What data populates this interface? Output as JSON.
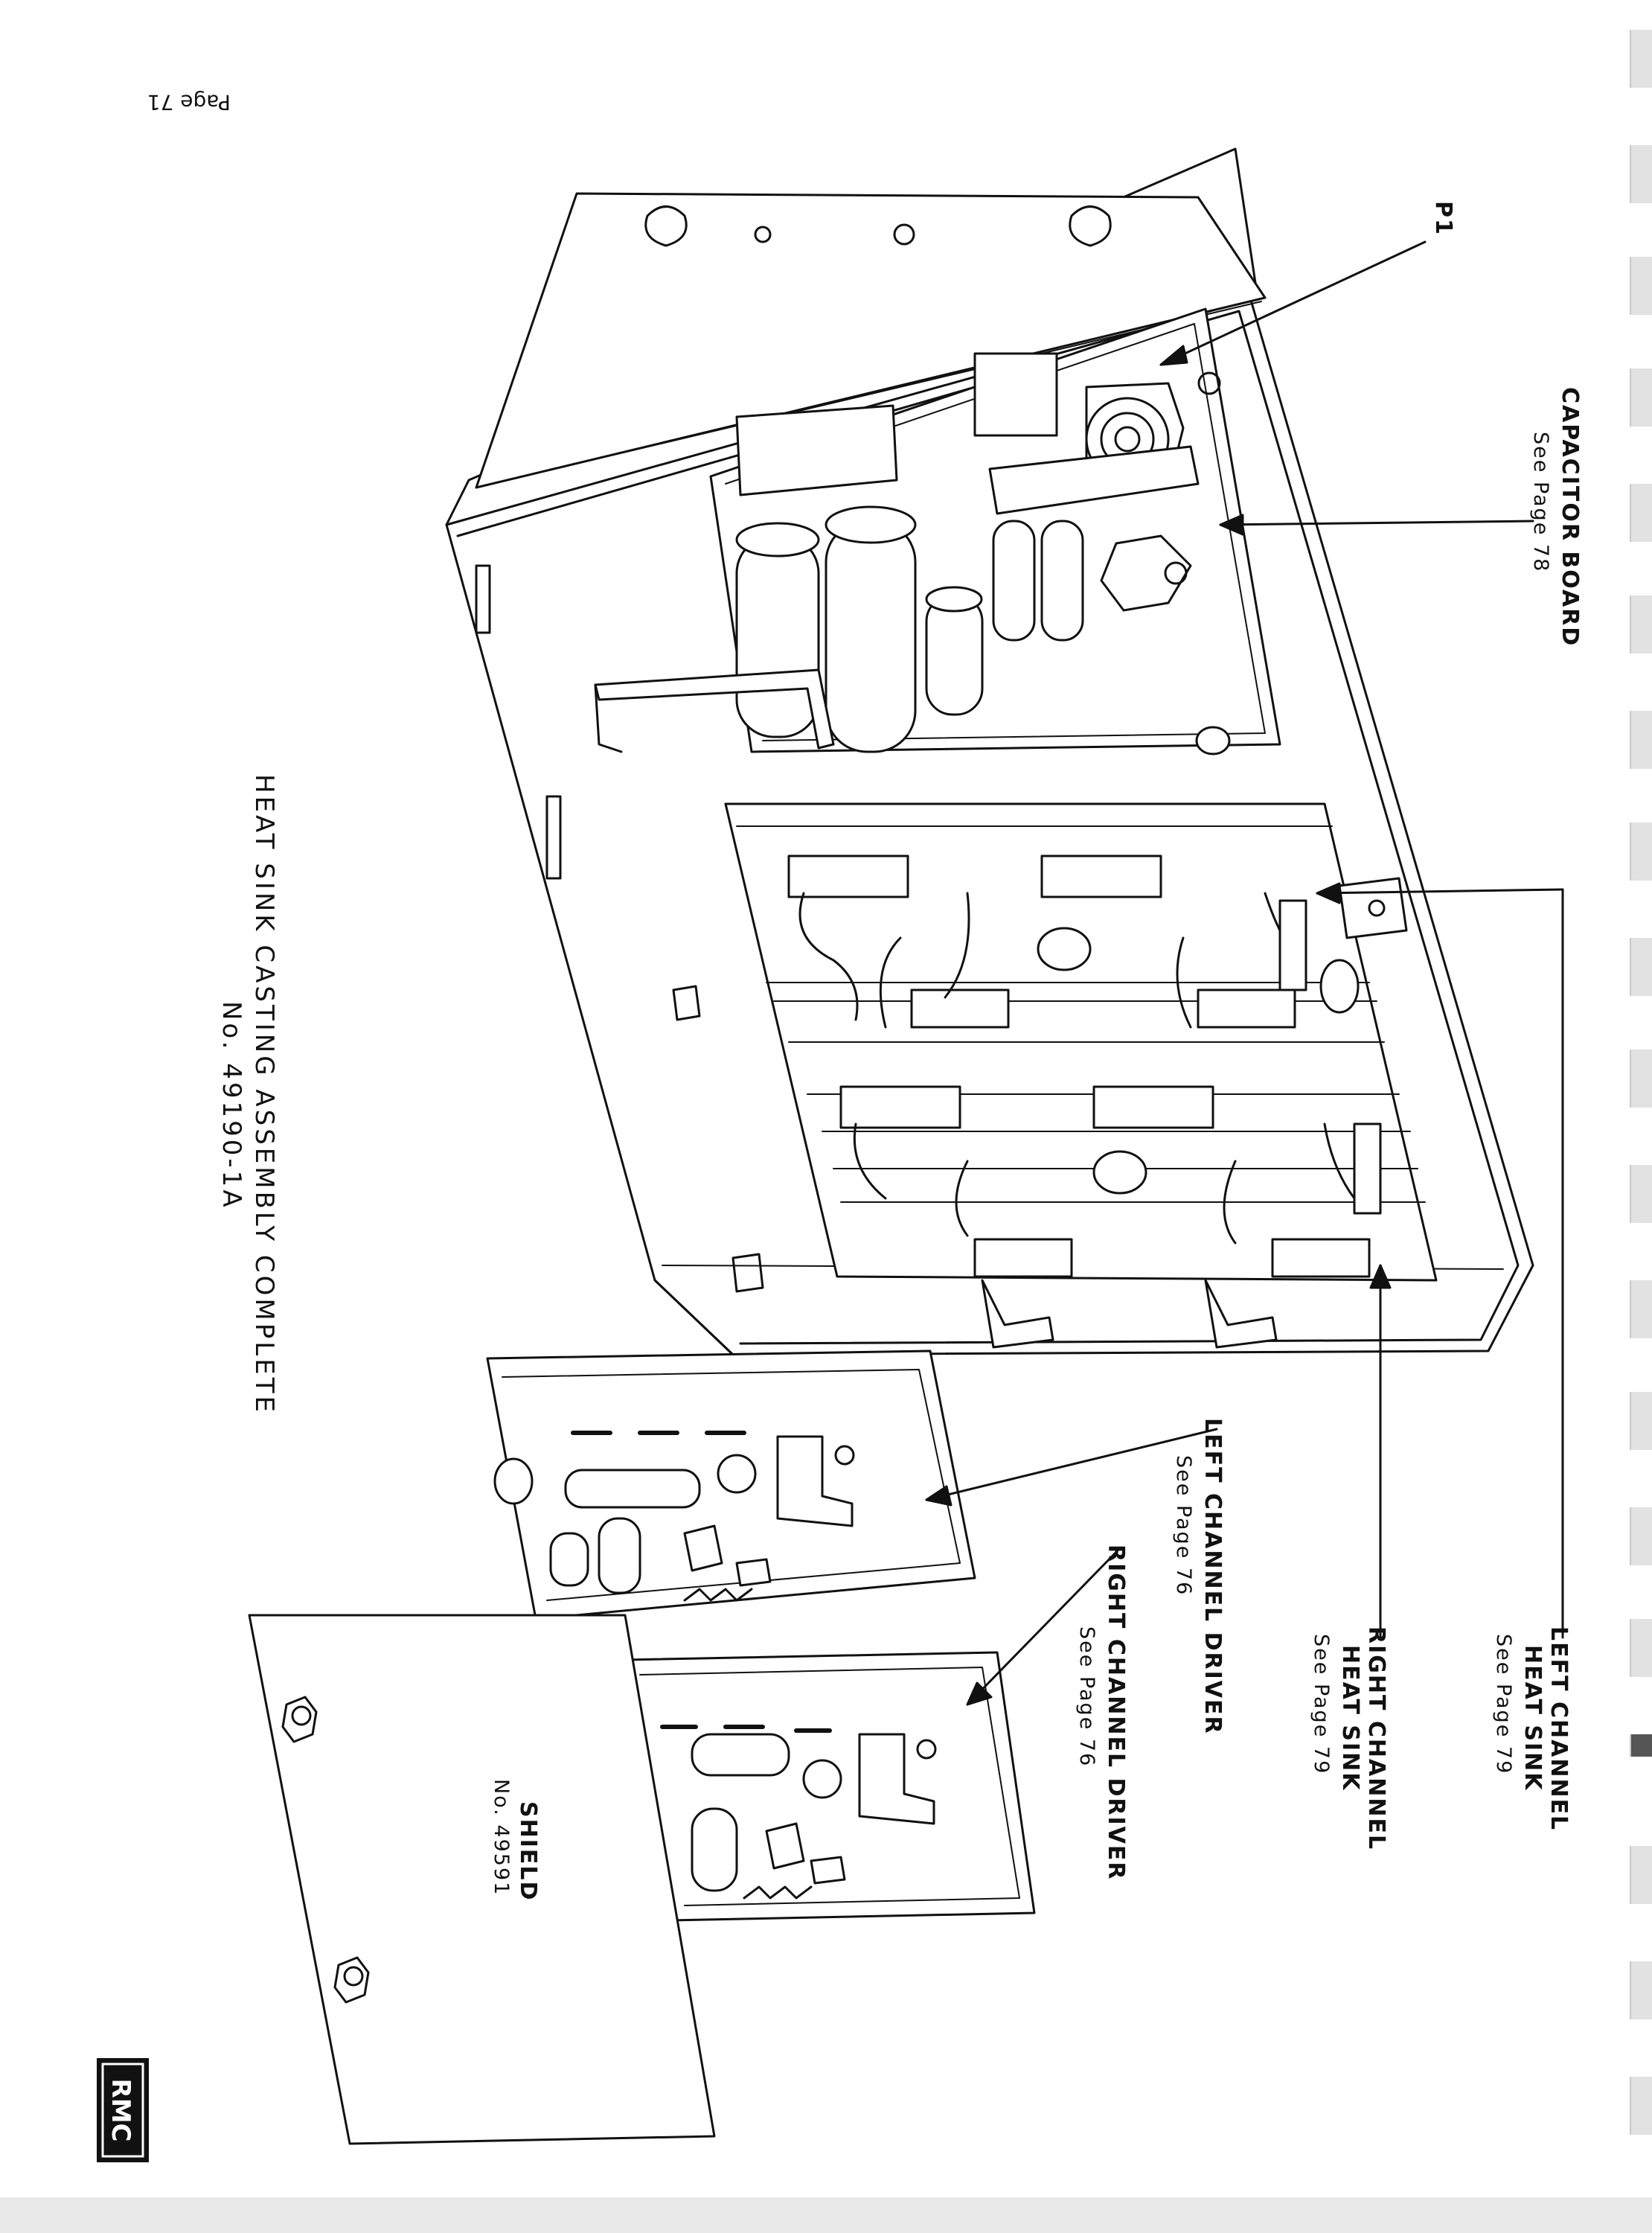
{
  "page_number": "Page 71",
  "title": {
    "line1": "HEAT SINK CASTING ASSEMBLY COMPLETE",
    "line2": "No. 49190-1A"
  },
  "callouts": {
    "p1": "P1",
    "capacitor_board": {
      "name": "CAPACITOR BOARD",
      "ref": "See Page 78"
    },
    "left_channel_heat_sink": {
      "line1": "LEFT CHANNEL",
      "line2": "HEAT SINK",
      "ref": "See Page 79"
    },
    "right_channel_heat_sink": {
      "line1": "RIGHT CHANNEL",
      "line2": "HEAT SINK",
      "ref": "See Page 79"
    },
    "left_channel_driver": {
      "name": "LEFT CHANNEL DRIVER",
      "ref": "See Page 76"
    },
    "right_channel_driver": {
      "name": "RIGHT CHANNEL DRIVER",
      "ref": "See Page 76"
    },
    "shield": {
      "name": "SHIELD",
      "number": "No. 49591"
    }
  },
  "logo": {
    "text": "RMC"
  },
  "colors": {
    "ink": "#111111",
    "paper": "#ffffff",
    "tab": "#e2e2e2"
  }
}
